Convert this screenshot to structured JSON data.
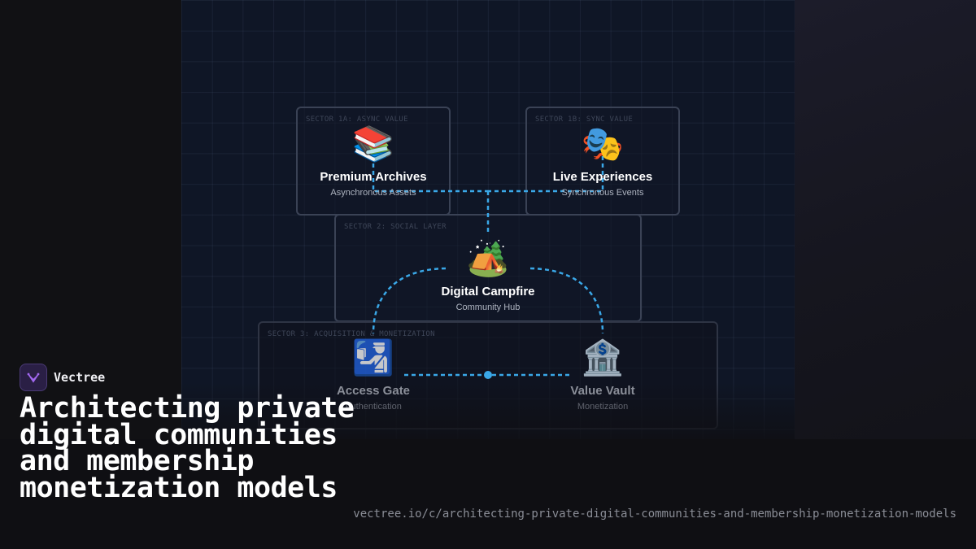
{
  "diagram": {
    "sectors": [
      {
        "label": "SECTOR 1A: ASYNC VALUE"
      },
      {
        "label": "SECTOR 1B: SYNC VALUE"
      },
      {
        "label": "SECTOR 2: SOCIAL LAYER"
      },
      {
        "label": "SECTOR 3: ACQUISITION & MONETIZATION"
      }
    ],
    "nodes": [
      {
        "icon": "📚",
        "icon_name": "books-icon",
        "title": "Premium Archives",
        "subtitle": "Asynchronous Assets"
      },
      {
        "icon": "🎭",
        "icon_name": "theater-masks-icon",
        "title": "Live Experiences",
        "subtitle": "Synchronous Events"
      },
      {
        "icon": "🏕️",
        "icon_name": "campsite-icon",
        "title": "Digital Campfire",
        "subtitle": "Community Hub"
      },
      {
        "icon": "🛂",
        "icon_name": "passport-control-icon",
        "title": "Access Gate",
        "subtitle": "Authentication"
      },
      {
        "icon": "🏦",
        "icon_name": "bank-icon",
        "title": "Value Vault",
        "subtitle": "Monetization"
      }
    ],
    "connector_color": "#3aa8e8"
  },
  "brand": {
    "name": "Vectree",
    "logo_color": "#a268f0"
  },
  "headline": "Architecting private digital communities and membership monetization models",
  "url": "vectree.io/c/architecting-private-digital-communities-and-membership-monetization-models"
}
